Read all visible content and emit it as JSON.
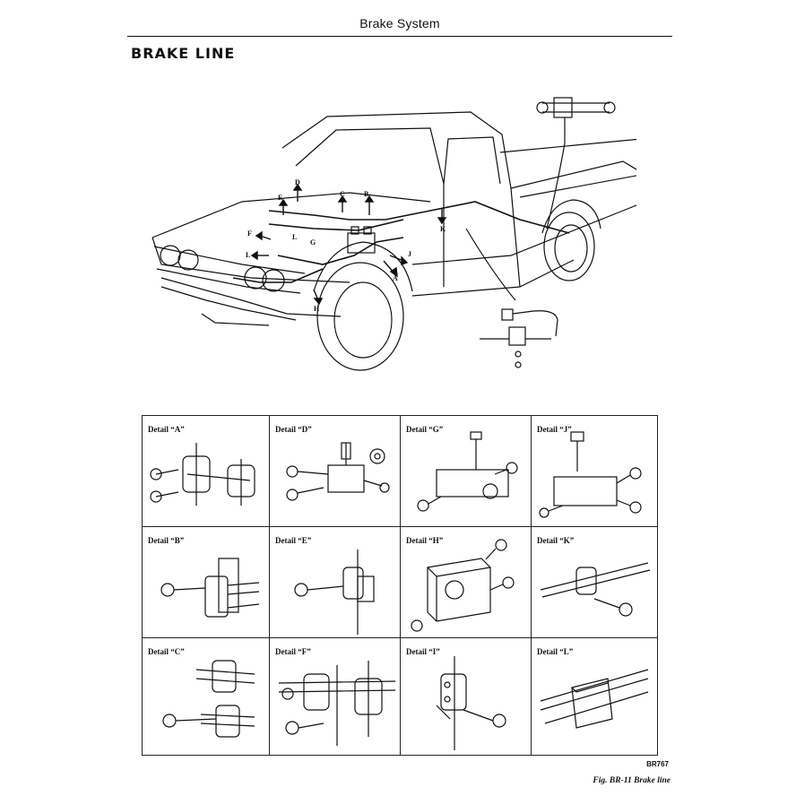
{
  "header": {
    "title": "Brake System"
  },
  "section": {
    "title": "BRAKE LINE"
  },
  "illustration": {
    "callouts": [
      "D",
      "C",
      "B",
      "E",
      "F",
      "L",
      "G",
      "L",
      "H",
      "A",
      "J",
      "K"
    ]
  },
  "details": [
    {
      "label": "Detail “A”"
    },
    {
      "label": "Detail “D”"
    },
    {
      "label": "Detail “G”"
    },
    {
      "label": "Detail “J”"
    },
    {
      "label": "Detail “B”"
    },
    {
      "label": "Detail “E”"
    },
    {
      "label": "Detail “H”"
    },
    {
      "label": "Detail “K”"
    },
    {
      "label": "Detail “C”"
    },
    {
      "label": "Detail “F”"
    },
    {
      "label": "Detail “I”"
    },
    {
      "label": "Detail “L”"
    }
  ],
  "figure": {
    "code": "BR767",
    "caption": "Fig. BR-11  Brake line"
  }
}
